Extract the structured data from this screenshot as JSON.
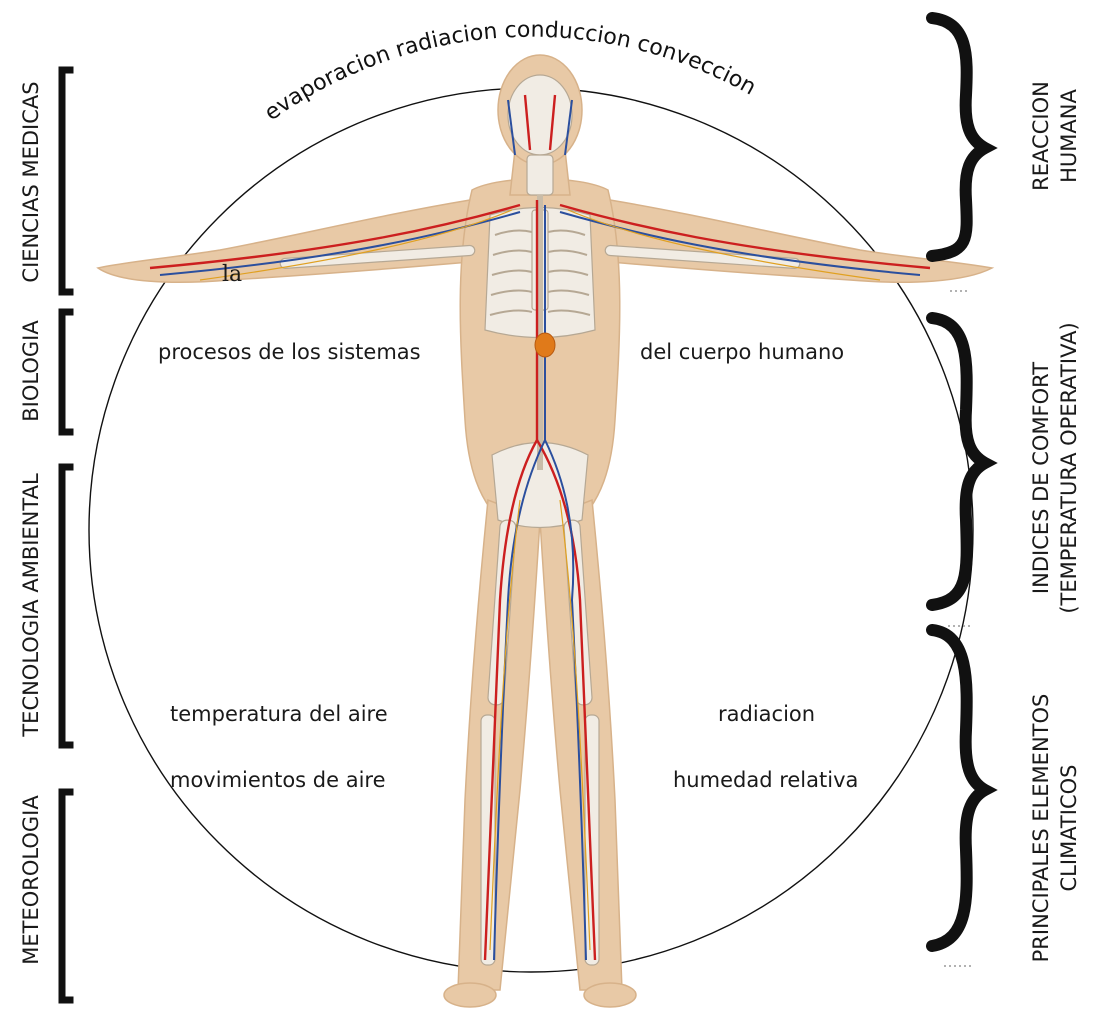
{
  "arc_text": "evaporacion radiacion conduccion conveccion",
  "left_disciplines": [
    {
      "id": "ciencias",
      "label": "CIENCIAS MEDICAS"
    },
    {
      "id": "biologia",
      "label": "BIOLOGIA"
    },
    {
      "id": "tecnologia",
      "label": "TECNOLOGIA AMBIENTAL"
    },
    {
      "id": "meteorologia",
      "label": "METEOROLOGIA"
    }
  ],
  "right_groups": {
    "reaccion": {
      "line1": "REACCION",
      "line2": "HUMANA"
    },
    "indices": {
      "line1": "INDICES DE COMFORT",
      "line2": "(TEMPERATURA OPERATIVA)"
    },
    "elementos": {
      "line1": "PRINCIPALES ELEMENTOS",
      "line2": "CLIMATICOS"
    }
  },
  "inner": {
    "stray": "la",
    "procesos": "procesos de los sistemas",
    "cuerpo": "del cuerpo humano",
    "temperatura": "temperatura del aire",
    "radiacion": "radiacion",
    "movimientos": "movimientos de aire",
    "humedad": "humedad relativa"
  },
  "colors": {
    "skin": "#e8c9a6",
    "bone": "#f1ece4",
    "artery": "#cc1f1f",
    "vein": "#2b4f9e",
    "nerve": "#e0a020",
    "line": "#111111"
  }
}
